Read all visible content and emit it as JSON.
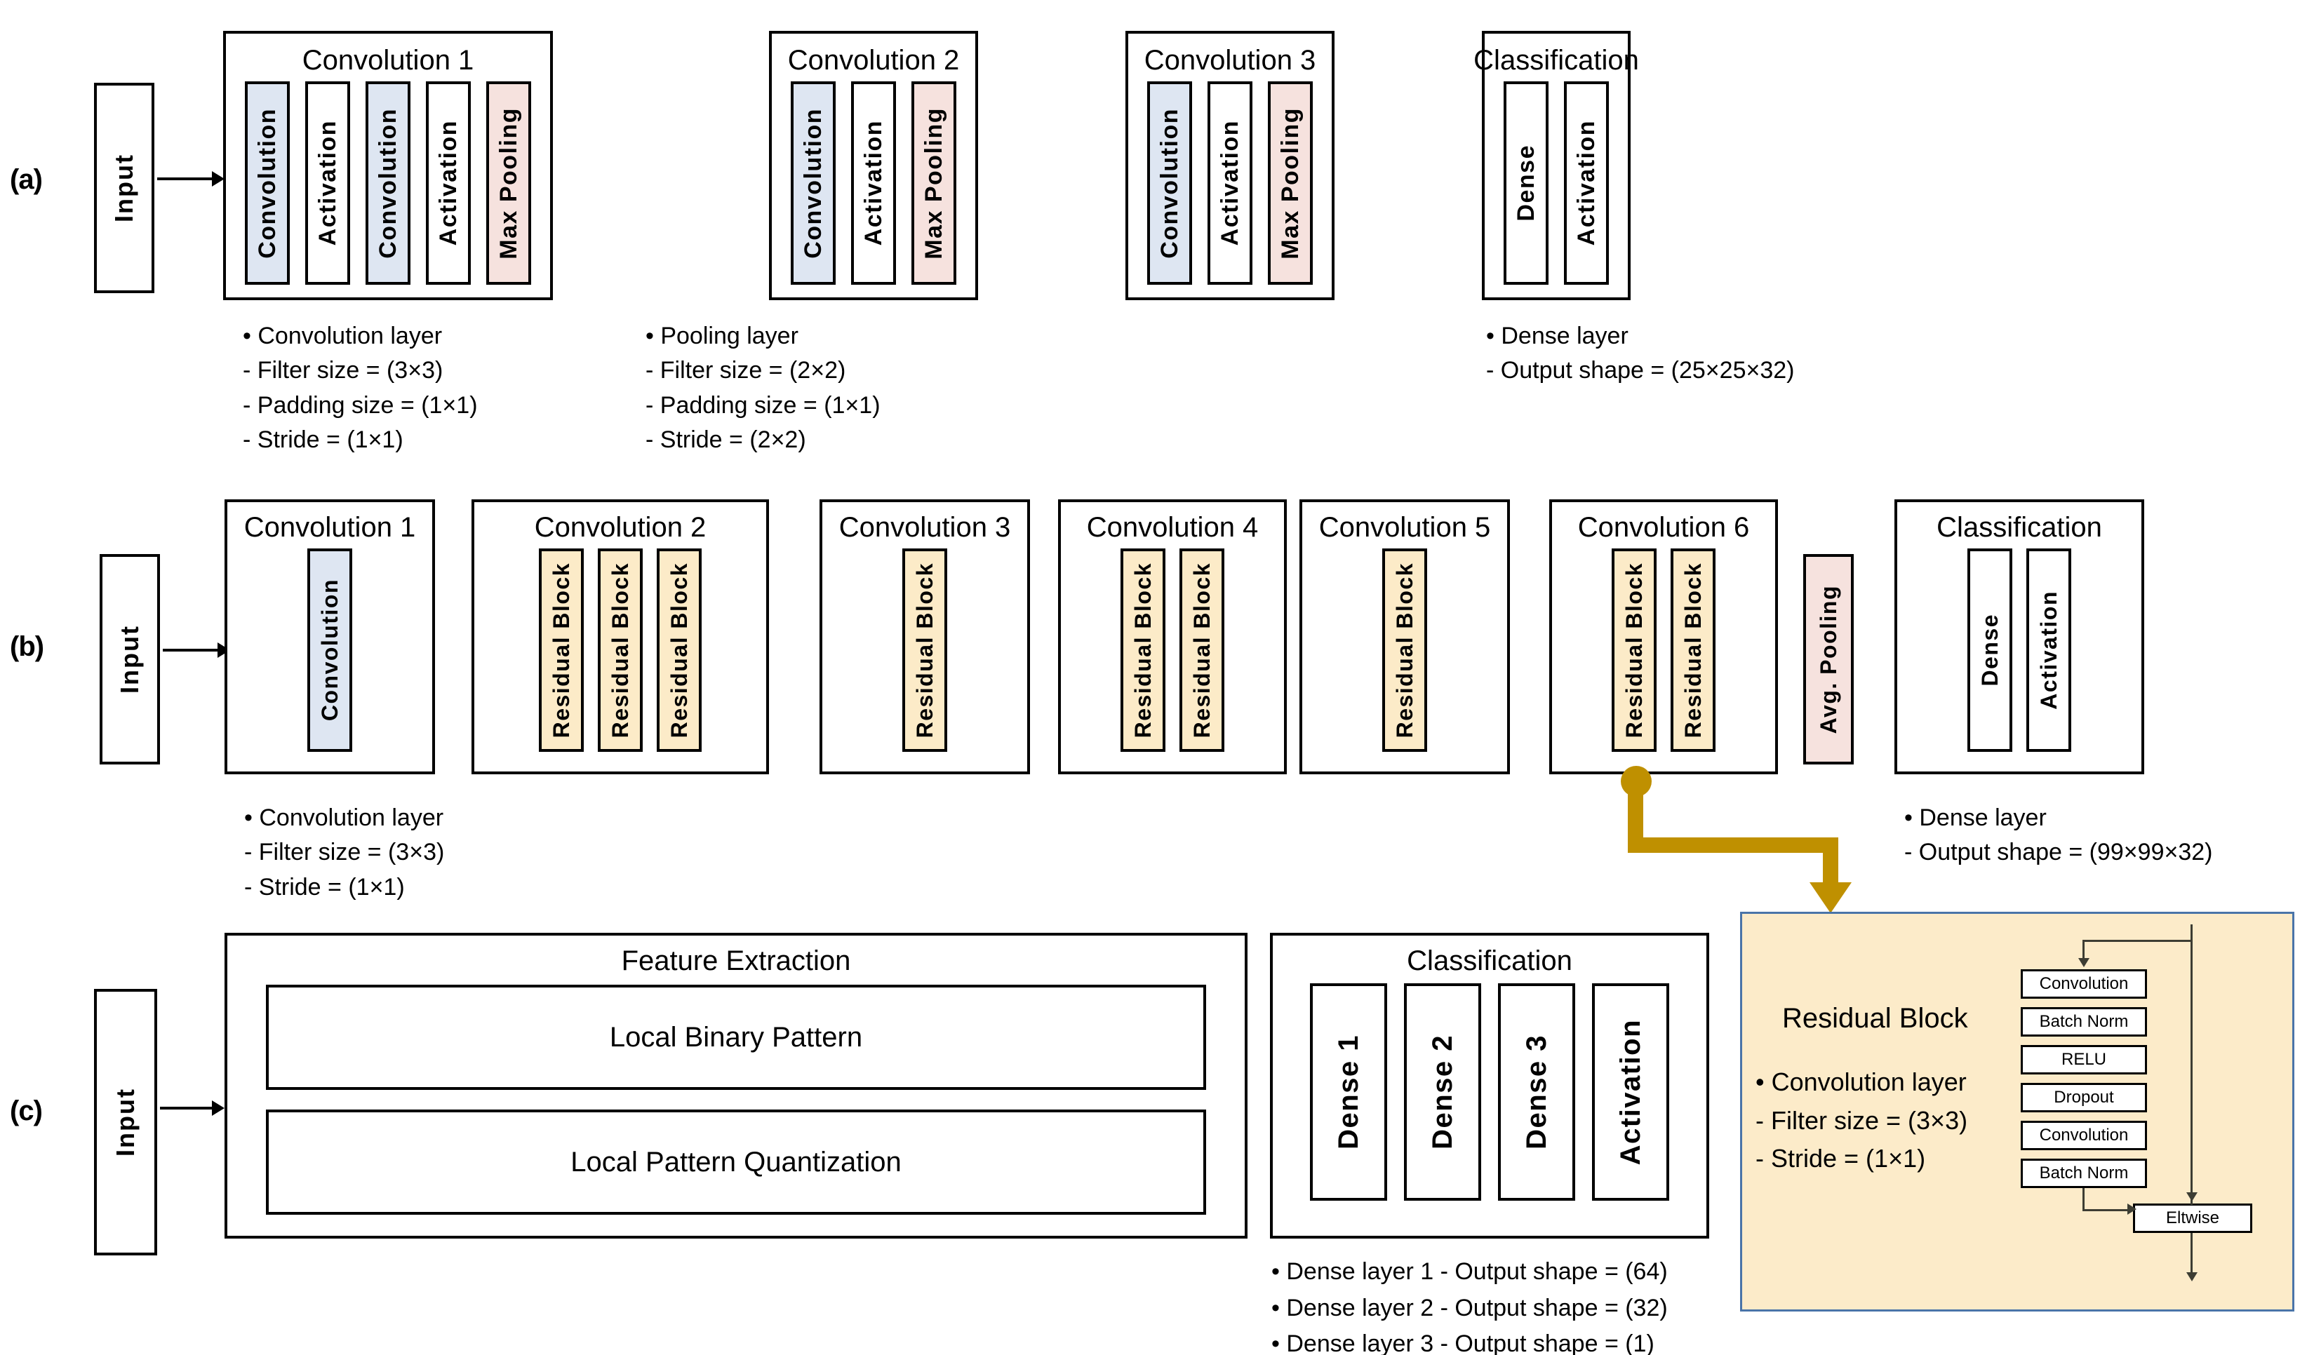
{
  "figure": {
    "panels": [
      "(a)",
      "(b)",
      "(c)"
    ],
    "colors": {
      "convolution_fill": "#DEE6F2",
      "pooling_fill": "#F6E2DE",
      "residual_fill": "#FCEBC8",
      "connector": "#BF9000",
      "callout_bg": "#FCEBC9",
      "callout_border": "#4A74A8"
    }
  },
  "panel_a": {
    "tag": "(a)",
    "input_label": "Input",
    "groups": [
      {
        "title": "Convolution 1",
        "cells": [
          {
            "label": "Convolution",
            "style": "blue"
          },
          {
            "label": "Activation",
            "style": "plain"
          },
          {
            "label": "Convolution",
            "style": "blue"
          },
          {
            "label": "Activation",
            "style": "plain"
          },
          {
            "label": "Max Pooling",
            "style": "pink"
          }
        ]
      },
      {
        "title": "Convolution 2",
        "cells": [
          {
            "label": "Convolution",
            "style": "blue"
          },
          {
            "label": "Activation",
            "style": "plain"
          },
          {
            "label": "Max Pooling",
            "style": "pink"
          }
        ]
      },
      {
        "title": "Convolution 3",
        "cells": [
          {
            "label": "Convolution",
            "style": "blue"
          },
          {
            "label": "Activation",
            "style": "plain"
          },
          {
            "label": "Max Pooling",
            "style": "pink"
          }
        ]
      },
      {
        "title": "Classification",
        "cells": [
          {
            "label": "Dense",
            "style": "plain"
          },
          {
            "label": "Activation",
            "style": "plain"
          }
        ]
      }
    ],
    "notes_conv": [
      "• Convolution layer",
      "- Filter size = (3×3)",
      "- Padding size = (1×1)",
      "- Stride = (1×1)"
    ],
    "notes_pool": [
      "• Pooling layer",
      "- Filter size = (2×2)",
      "- Padding size = (1×1)",
      "- Stride = (2×2)"
    ],
    "notes_dense": [
      "• Dense layer",
      "- Output shape = (25×25×32)"
    ]
  },
  "panel_b": {
    "tag": "(b)",
    "input_label": "Input",
    "groups": [
      {
        "title": "Convolution 1",
        "cells": [
          {
            "label": "Convolution",
            "style": "blue"
          }
        ]
      },
      {
        "title": "Convolution 2",
        "cells": [
          {
            "label": "Residual Block",
            "style": "yellow"
          },
          {
            "label": "Residual Block",
            "style": "yellow"
          },
          {
            "label": "Residual Block",
            "style": "yellow"
          }
        ]
      },
      {
        "title": "Convolution 3",
        "cells": [
          {
            "label": "Residual Block",
            "style": "yellow"
          }
        ]
      },
      {
        "title": "Convolution 4",
        "cells": [
          {
            "label": "Residual Block",
            "style": "yellow"
          },
          {
            "label": "Residual Block",
            "style": "yellow"
          }
        ]
      },
      {
        "title": "Convolution 5",
        "cells": [
          {
            "label": "Residual Block",
            "style": "yellow"
          }
        ]
      },
      {
        "title": "Convolution 6",
        "cells": [
          {
            "label": "Residual Block",
            "style": "yellow"
          },
          {
            "label": "Residual Block",
            "style": "yellow"
          }
        ]
      },
      {
        "title": "Classification",
        "cells": [
          {
            "label": "Dense",
            "style": "plain"
          },
          {
            "label": "Activation",
            "style": "plain"
          }
        ]
      }
    ],
    "avg_pooling_label": "Avg. Pooling",
    "notes_conv": [
      "• Convolution layer",
      "- Filter size = (3×3)",
      "- Stride = (1×1)"
    ],
    "notes_dense": [
      "• Dense layer",
      "- Output shape = (99×99×32)"
    ]
  },
  "panel_c": {
    "tag": "(c)",
    "input_label": "Input",
    "feature_extraction": {
      "title": "Feature Extraction",
      "items": [
        "Local Binary Pattern",
        "Local Pattern Quantization"
      ]
    },
    "classification": {
      "title": "Classification",
      "cells": [
        {
          "label": "Dense 1",
          "style": "plain"
        },
        {
          "label": "Dense 2",
          "style": "plain"
        },
        {
          "label": "Dense 3",
          "style": "plain"
        },
        {
          "label": "Activation",
          "style": "plain"
        }
      ]
    },
    "notes_dense": [
      "• Dense layer 1 - Output shape = (64)",
      "• Dense layer 2 - Output shape = (32)",
      "• Dense layer 3 - Output shape = (1)"
    ]
  },
  "residual_callout": {
    "title": "Residual Block",
    "notes": [
      "• Convolution layer",
      "- Filter size = (3×3)",
      "-  Stride = (1×1)"
    ],
    "nodes": [
      "Convolution",
      "Batch Norm",
      "RELU",
      "Dropout",
      "Convolution",
      "Batch Norm"
    ],
    "merge_node": "Eltwise"
  }
}
